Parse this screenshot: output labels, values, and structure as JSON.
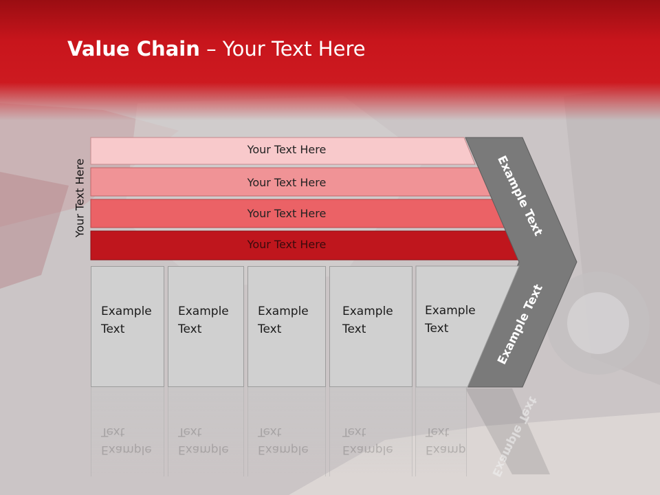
{
  "slide": {
    "title_bold": "Value Chain",
    "title_rest": " – Your Text Here",
    "side_label": "Your Text Here"
  },
  "bars": [
    {
      "label": "Your Text Here",
      "color": "#f8c9cb"
    },
    {
      "label": "Your Text Here",
      "color": "#f09396"
    },
    {
      "label": "Your Text Here",
      "color": "#eb6266"
    },
    {
      "label": "Your Text Here",
      "color": "#bf161d"
    }
  ],
  "cells": [
    {
      "label": "Example Text"
    },
    {
      "label": "Example Text"
    },
    {
      "label": "Example Text"
    },
    {
      "label": "Example Text"
    },
    {
      "label": "Example Text"
    }
  ],
  "chevron": {
    "upper_label": "Example Text",
    "lower_label": "Example Text",
    "color": "#7a7a7a"
  },
  "colors": {
    "header": "#c8151c",
    "cell": "#d0d0d0"
  }
}
